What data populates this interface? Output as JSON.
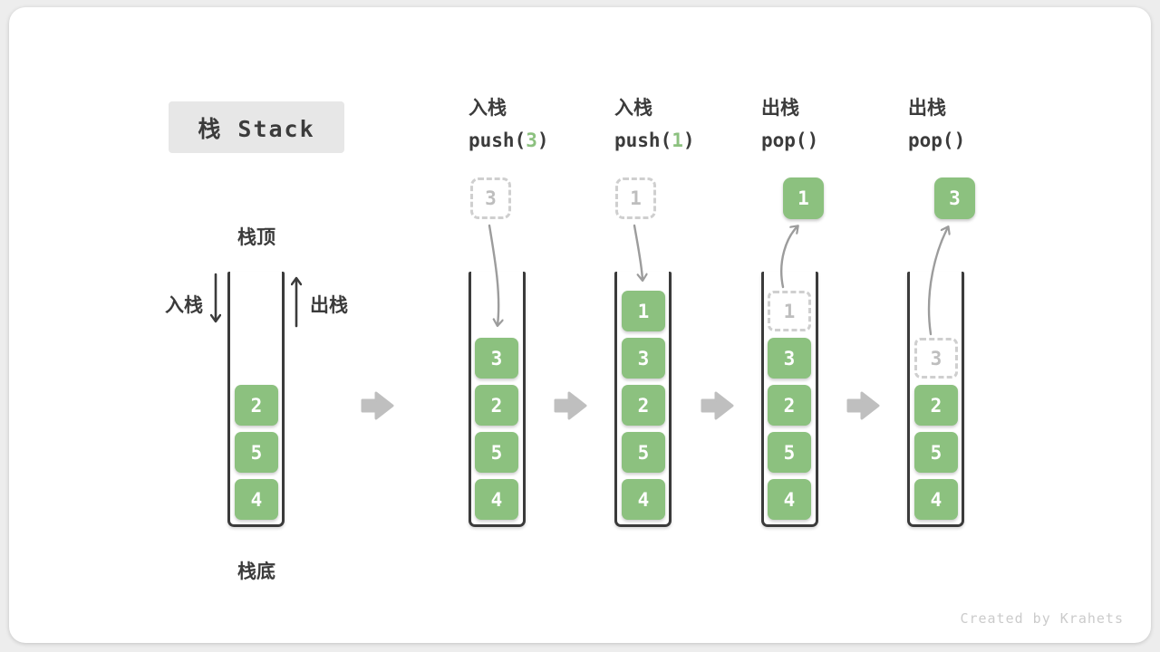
{
  "title": "栈 Stack",
  "footer": "Created by Krahets",
  "legend": {
    "top": "栈顶",
    "bottom": "栈底",
    "push": "入栈",
    "pop": "出栈"
  },
  "initial_stack": {
    "cells": [
      {
        "value": "2"
      },
      {
        "value": "5"
      },
      {
        "value": "4"
      }
    ]
  },
  "steps": [
    {
      "label": "入栈",
      "code_prefix": "push(",
      "code_arg": "3",
      "code_suffix": ")",
      "floating": {
        "value": "3",
        "variant": "dashed"
      },
      "direction": "in",
      "cells": [
        {
          "value": "3"
        },
        {
          "value": "2"
        },
        {
          "value": "5"
        },
        {
          "value": "4"
        }
      ]
    },
    {
      "label": "入栈",
      "code_prefix": "push(",
      "code_arg": "1",
      "code_suffix": ")",
      "floating": {
        "value": "1",
        "variant": "dashed"
      },
      "direction": "in",
      "cells": [
        {
          "value": "1"
        },
        {
          "value": "3"
        },
        {
          "value": "2"
        },
        {
          "value": "5"
        },
        {
          "value": "4"
        }
      ]
    },
    {
      "label": "出栈",
      "code_prefix": "pop()",
      "code_arg": "",
      "code_suffix": "",
      "floating": {
        "value": "1",
        "variant": "solid"
      },
      "direction": "out",
      "cells": [
        {
          "value": "1",
          "variant": "dashed"
        },
        {
          "value": "3"
        },
        {
          "value": "2"
        },
        {
          "value": "5"
        },
        {
          "value": "4"
        }
      ]
    },
    {
      "label": "出栈",
      "code_prefix": "pop()",
      "code_arg": "",
      "code_suffix": "",
      "floating": {
        "value": "3",
        "variant": "solid"
      },
      "direction": "out",
      "cells": [
        {
          "value": "3",
          "variant": "dashed"
        },
        {
          "value": "2"
        },
        {
          "value": "5"
        },
        {
          "value": "4"
        }
      ]
    }
  ],
  "colors": {
    "green": "#8CC17F",
    "dark": "#3B3B3B",
    "chunky_arrow": "#BFBFBF",
    "curve_arrow": "#9C9C9C",
    "ghost_border": "#CFCFCF",
    "ghost_text": "#BEBEBE",
    "title_bg": "#E7E7E7",
    "footer_text": "#CBCBCB",
    "page_bg": "#EDEDED",
    "card_bg": "#FFFFFF"
  }
}
